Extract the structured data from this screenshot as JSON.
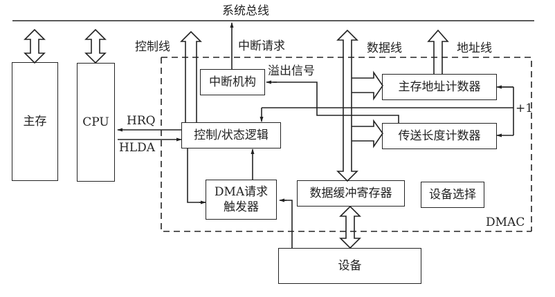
{
  "diagram": {
    "title": "DMA controller structure",
    "bus": {
      "label": "系统总线"
    },
    "bus_lines": {
      "control": "控制线",
      "interrupt_request": "中断请求",
      "data": "数据线",
      "address": "地址线"
    },
    "signals": {
      "hrq": "HRQ",
      "hlda": "HLDA",
      "overflow": "溢出信号",
      "increment": "+1"
    },
    "blocks": {
      "main_memory": "主存",
      "cpu": "CPU",
      "interrupt_unit": "中断机构",
      "control_logic": "控制/状态逻辑",
      "dma_request_line1": "DMA请求",
      "dma_request_line2": "触发器",
      "address_counter": "主存地址计数器",
      "length_counter": "传送长度计数器",
      "data_buffer": "数据缓冲寄存器",
      "device_select": "设备选择",
      "device": "设备"
    },
    "container_label": "DMAC",
    "colors": {
      "line": "#222222",
      "background": "#ffffff"
    }
  }
}
